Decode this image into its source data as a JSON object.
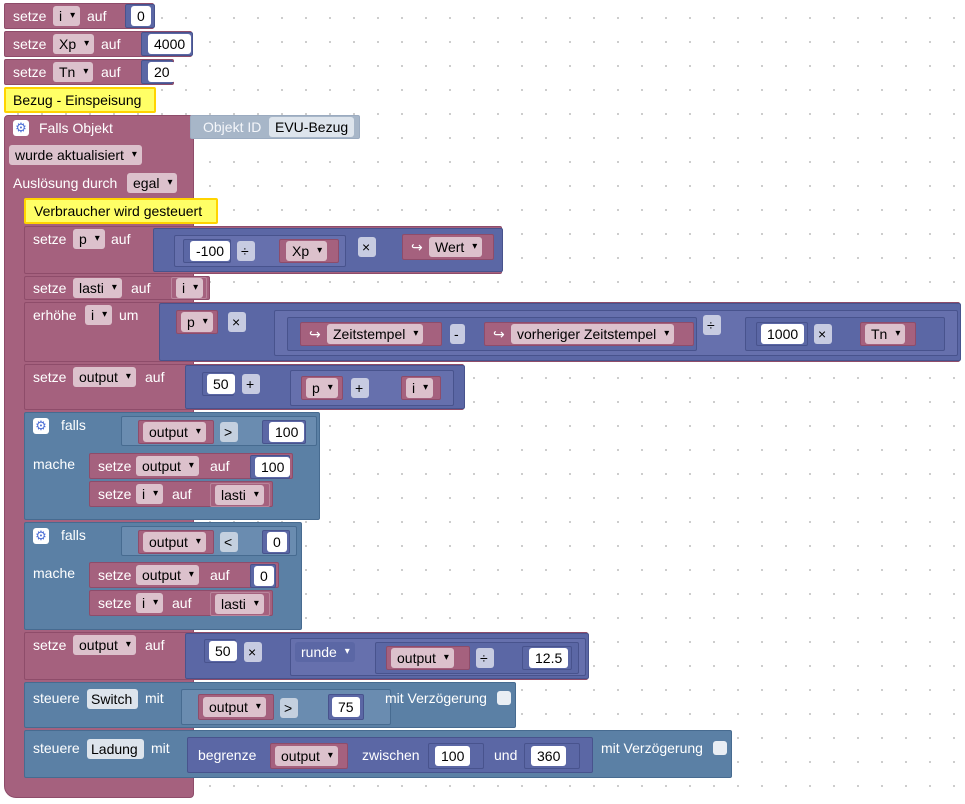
{
  "labels": {
    "setze": "setze",
    "auf": "auf",
    "falls_objekt": "Falls Objekt",
    "objekt_id": "Objekt ID",
    "ausloesung": "Auslösung durch",
    "erhoehe": "erhöhe",
    "um": "um",
    "falls": "falls",
    "mache": "mache",
    "steuere": "steuere",
    "mit": "mit",
    "mit_verzoegerung": "mit Verzögerung",
    "begrenze": "begrenze",
    "zwischen": "zwischen",
    "und": "und"
  },
  "top_sets": [
    {
      "var": "i",
      "value": "0"
    },
    {
      "var": "Xp",
      "value": "4000"
    },
    {
      "var": "Tn",
      "value": "20"
    }
  ],
  "comment_top": "Bezug - Einspeisung",
  "trigger": {
    "object_id": "EVU-Bezug",
    "event": "wurde aktualisiert",
    "cause": "egal"
  },
  "comment_inner": "Verbraucher wird gesteuert",
  "vars": {
    "p": "p",
    "i": "i",
    "Xp": "Xp",
    "Tn": "Tn",
    "lasti": "lasti",
    "output": "output"
  },
  "ops": {
    "div": "÷",
    "mul": "×",
    "minus": "-",
    "plus": "+",
    "gt": ">",
    "lt": "<"
  },
  "values": {
    "minus100": "-100",
    "v1000": "1000",
    "v50": "50",
    "v100": "100",
    "v0": "0",
    "v12_5": "12.5",
    "v75": "75",
    "v360": "360"
  },
  "event_vars": {
    "wert": "Wert",
    "zeitstempel": "Zeitstempel",
    "vorheriger_zeitstempel": "vorheriger Zeitstempel"
  },
  "runde": "runde",
  "devices": {
    "switch": "Switch",
    "ladung": "Ladung"
  },
  "icons": {
    "gear": "gear-icon",
    "event_var": "event-variable-icon"
  },
  "colors": {
    "variables": "#a5617e",
    "math": "#5b67a5",
    "logic": "#5b80a5",
    "trigger_object": "#a7b6c8",
    "comment": "#ffff66"
  }
}
